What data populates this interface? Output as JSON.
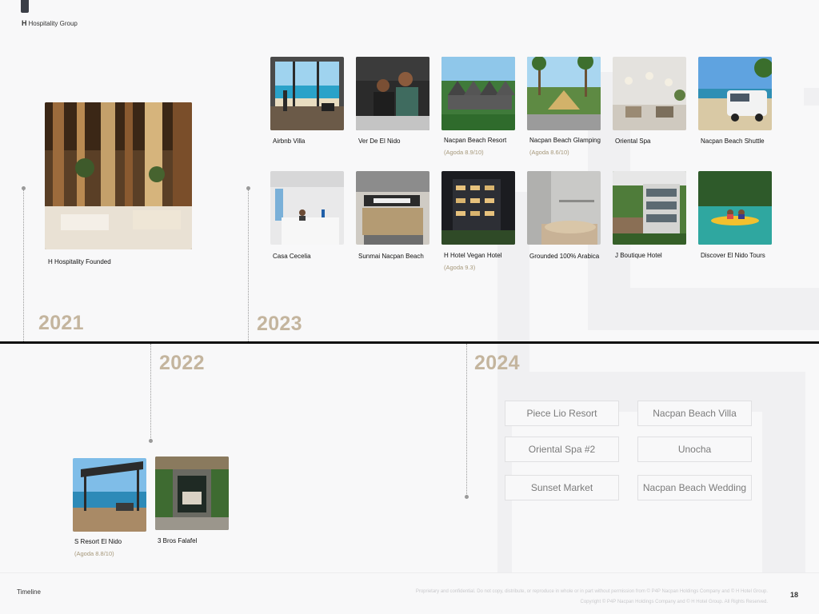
{
  "header": {
    "brand_mark": "H",
    "brand_name": "Hospitality Group"
  },
  "years": {
    "y2021": "2021",
    "y2022": "2022",
    "y2023": "2023",
    "y2024": "2024"
  },
  "milestones_2021": [
    {
      "caption": "H Hospitality Founded",
      "image": "luxury-lobby-photo"
    }
  ],
  "milestones_2022": [
    {
      "caption": "S Resort El Nido",
      "rating": "(Agoda 8.8/10)",
      "image": "seaside-pergola-photo"
    },
    {
      "caption": "3 Bros Falafel",
      "image": "restaurant-entrance-photo"
    }
  ],
  "milestones_2023": [
    {
      "caption": "Airbnb Villa",
      "image": "villa-beach-view-photo"
    },
    {
      "caption": "Ver De El Nido",
      "image": "baristas-photo"
    },
    {
      "caption": "Nacpan Beach Resort",
      "rating": "(Agoda 8.9/10)",
      "image": "resort-buildings-photo"
    },
    {
      "caption": "Nacpan Beach Glamping",
      "rating": "(Agoda 8.6/10)",
      "image": "glamping-tent-photo"
    },
    {
      "caption": "Oriental Spa",
      "image": "spa-interior-photo"
    },
    {
      "caption": "Nacpan Beach Shuttle",
      "image": "shuttle-van-photo"
    },
    {
      "caption": "Casa Cecelia",
      "image": "reception-desk-photo"
    },
    {
      "caption": "Sunmai Nacpan Beach",
      "image": "sunmai-storefront-photo"
    },
    {
      "caption": "H Hotel Vegan Hotel",
      "rating": "(Agoda 9.3)",
      "image": "hotel-night-photo"
    },
    {
      "caption": "Grounded 100% Arabica",
      "image": "grounded-cafe-photo"
    },
    {
      "caption": "J Boutique Hotel",
      "image": "boutique-hotel-photo"
    },
    {
      "caption": "Discover El Nido Tours",
      "image": "kayak-lagoon-photo"
    }
  ],
  "plans_2024": [
    "Piece Lio Resort",
    "Nacpan Beach Villa",
    "Oriental Spa #2",
    "Unocha",
    "Sunset Market",
    "Nacpan Beach Wedding"
  ],
  "footer": {
    "section": "Timeline",
    "legal_line1": "Proprietary and confidential. Do not copy, distribute, or reproduce in whole or in part without permission from © P4P Nacpan Holdings Company and © H Hotel Group.",
    "legal_line2": "Copyright © P4P Nacpan Holdings Company and © H Hotel Group. All Rights Reserved.",
    "page_number": "18"
  },
  "colors": {
    "year_accent": "#c4b59e",
    "rating_text": "#a6987a",
    "timeline": "#0d0d0d"
  }
}
